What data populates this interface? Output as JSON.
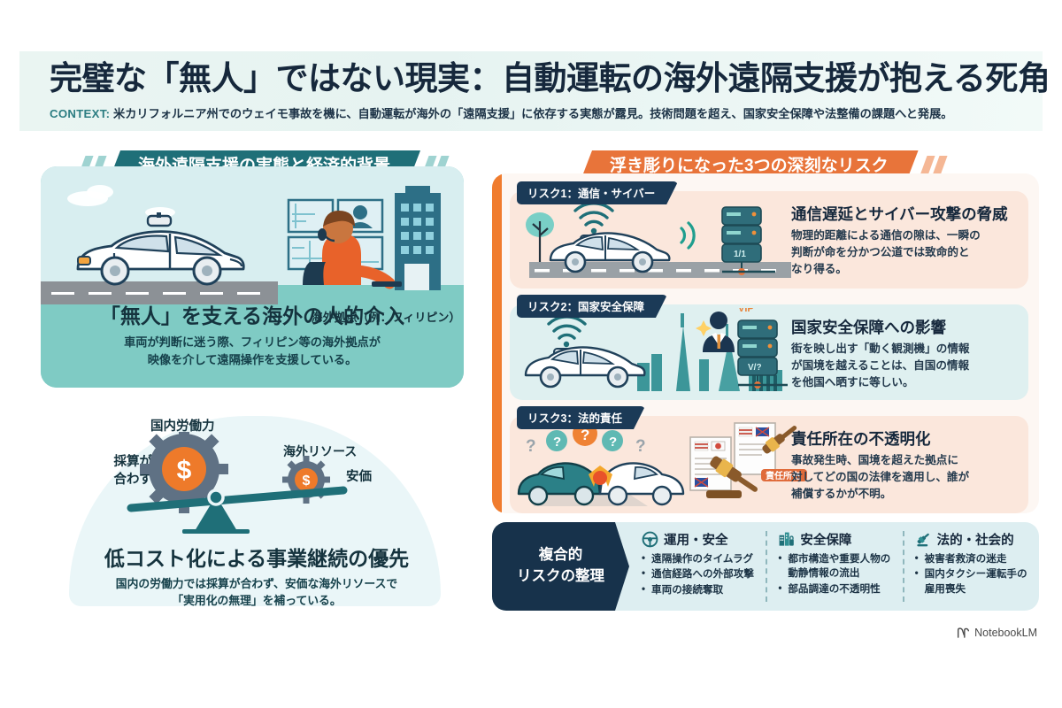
{
  "header": {
    "title": "完璧な「無人」ではない現実：自動運転の海外遠隔支援が抱える死角",
    "context_label": "CONTEXT:",
    "context_text": "米カリフォルニア州でのウェイモ事故を機に、自動運転が海外の「遠隔支援」に依存する実態が露見。技術問題を超え、国家安全保障や法整備の課題へと発展。"
  },
  "left": {
    "ribbon": "海外遠隔支援の実態と経済的背景",
    "hub_label": "海外拠点（例：フィリピン）",
    "caption_title": "「無人」を支える海外の人的介入",
    "caption_body_l1": "車両が判断に迷う際、フィリピン等の海外拠点が",
    "caption_body_l2": "映像を介して遠隔操作を支援している。",
    "balance": {
      "left_top": "国内労働力",
      "left_side": "採算が",
      "left_side2": "合わず",
      "right_top": "海外リソース",
      "right_side": "安価",
      "currency": "$",
      "title": "低コスト化による事業継続の優先",
      "body_l1": "国内の労働力では採算が合わず、安価な海外リソースで",
      "body_l2": "「実用化の無理」を補っている。"
    }
  },
  "right": {
    "ribbon": "浮き彫りになった3つの深刻なリスク",
    "risks": [
      {
        "tag": "リスク1：通信・サイバー",
        "heading": "通信遅延とサイバー攻撃の脅威",
        "body_l1": "物理的距離による通信の隙は、一瞬の",
        "body_l2": "判断が命を分かつ公道では致命的と",
        "body_l3": "なり得る。",
        "server_badge": "1/1"
      },
      {
        "tag": "リスク2：国家安全保障",
        "heading": "国家安全保障への影響",
        "body_l1": "街を映し出す「動く観測機」の情報",
        "body_l2": "が国境を越えることは、自国の情報",
        "body_l3": "を他国へ晒すに等しい。",
        "server_badge": "V/?",
        "vip_badge": "VIP"
      },
      {
        "tag": "リスク3：法的責任",
        "heading": "責任所在の不透明化",
        "body_l1": "事故発生時、国境を超えた拠点に",
        "body_l2": "対してどの国の法律を適用し、誰が",
        "body_l3": "補償するかが不明。",
        "doc_label": "責任所在",
        "question_mark": "?"
      }
    ]
  },
  "summary": {
    "title_l1": "複合的",
    "title_l2": "リスクの整理",
    "columns": [
      {
        "icon": "steering-wheel-icon",
        "label": "運用・安全",
        "items": [
          "遠隔操作のタイムラグ",
          "通信経路への外部攻撃",
          "車両の接続奪取"
        ]
      },
      {
        "icon": "building-lock-icon",
        "label": "安全保障",
        "items": [
          "都市構造や重要人物の",
          "動静情報の流出",
          "部品調達の不透明性"
        ]
      },
      {
        "icon": "gavel-icon",
        "label": "法的・社会的",
        "items": [
          "被害者救済の迷走",
          "国内タクシー運転手の",
          "雇用喪失"
        ]
      }
    ]
  },
  "watermark": {
    "text": "NotebookLM"
  },
  "colors": {
    "teal": "#1f6f78",
    "orange": "#e8743a",
    "navy": "#16283c",
    "warm_panel": "#fbe7dc",
    "cool_panel": "#dff0f0",
    "mint": "#7fcbc4"
  }
}
